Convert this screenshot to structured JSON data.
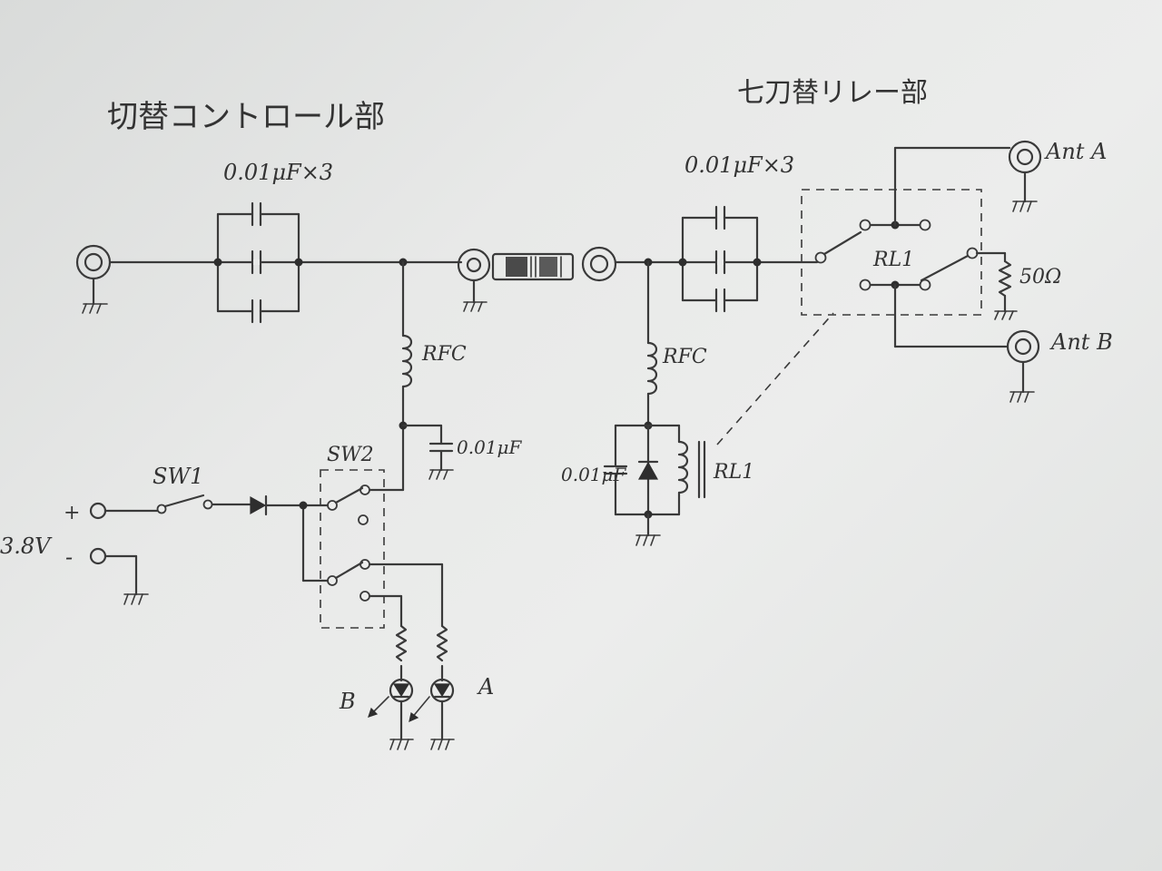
{
  "titles": {
    "control_section": "切替コントロール部",
    "relay_section": "七刀替リレー部"
  },
  "labels": {
    "cap_left": "0.01μF×3",
    "cap_right": "0.01μF×3",
    "rfc_left": "RFC",
    "rfc_right": "RFC",
    "cap_bypass": "0.01μF",
    "cap_relay": "0.01μF",
    "relay_coil": "RL1",
    "relay_contacts": "RL1",
    "sw1": "SW1",
    "sw2": "SW2",
    "plus": "+",
    "minus": "-",
    "voltage": "3.8V",
    "led_b": "B",
    "led_a": "A",
    "ant_a": "Ant A",
    "ant_b": "Ant B",
    "load_resistor": "50Ω"
  },
  "colors": {
    "ink": "#3a3a3a",
    "paper": "#e8e9e8"
  }
}
